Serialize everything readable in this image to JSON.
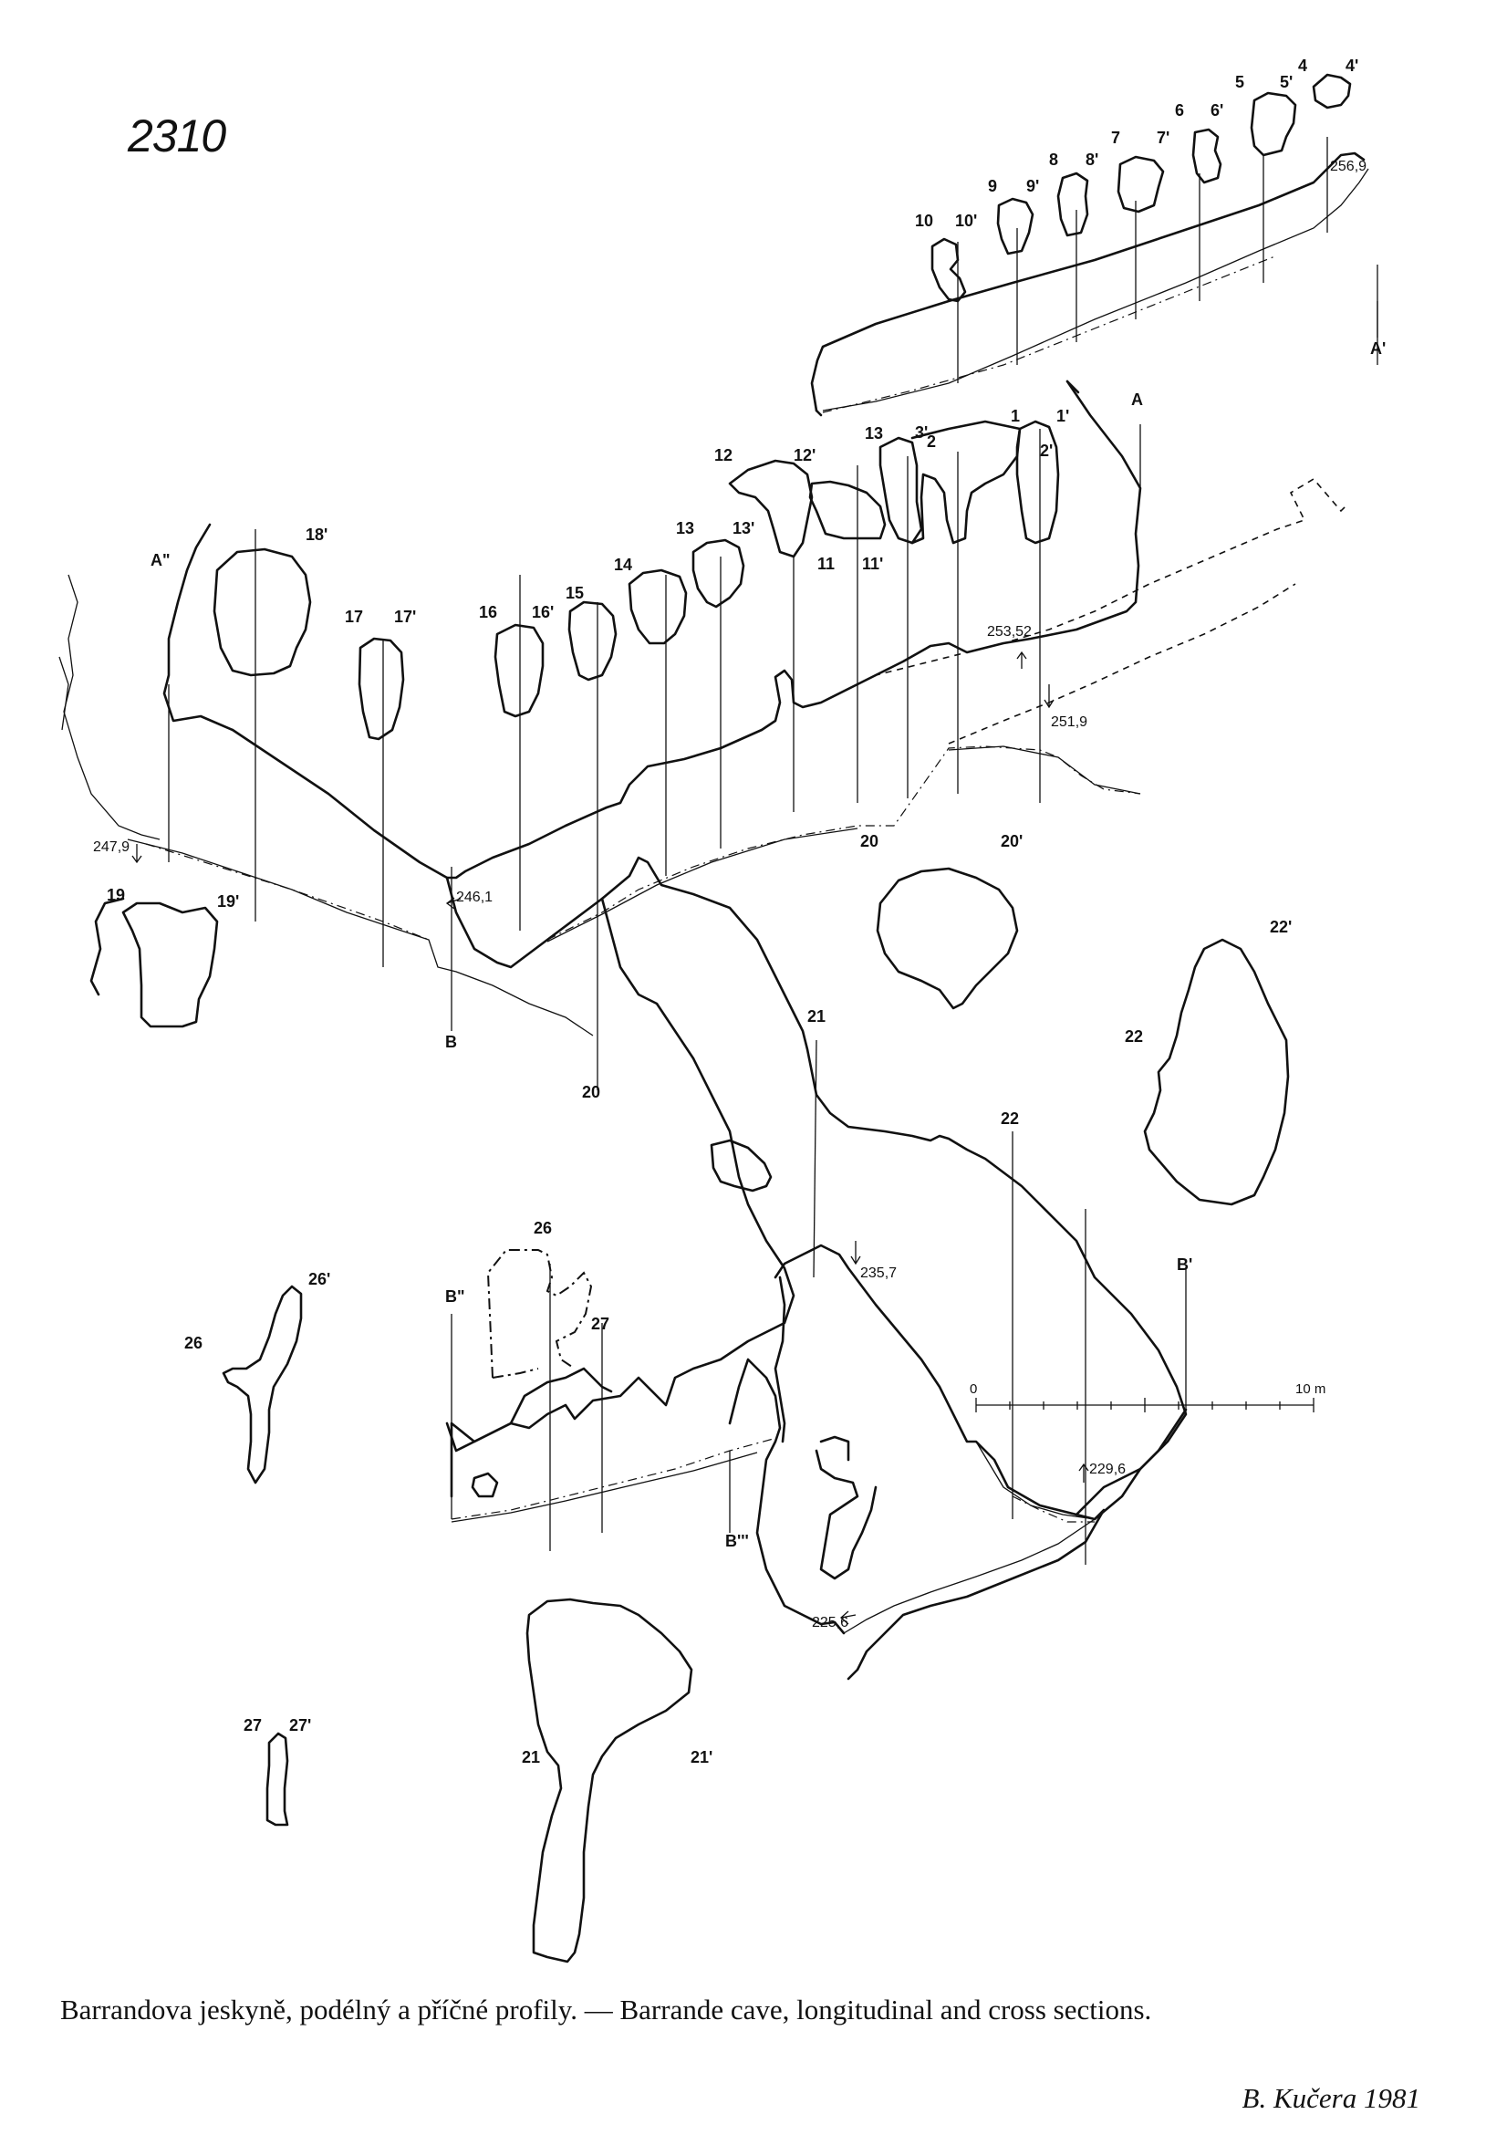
{
  "page_number": "2310",
  "caption": "Barrandova jeskyně, podélný a příčné profily. — Barrande cave, longitudinal and cross sections.",
  "author": "B. Kučera 1981",
  "profile_labels": {
    "a": "A",
    "a1": "A'",
    "a2": "A\"",
    "b": "B",
    "b1": "B'",
    "b2": "B\"",
    "b3": "B'''"
  },
  "section_labels": {
    "s1": "1",
    "s1p": "1'",
    "s2": "2",
    "s2p": "2'",
    "s3p": "3'",
    "s4": "4",
    "s4p": "4'",
    "s5": "5",
    "s5p": "5'",
    "s6": "6",
    "s6p": "6'",
    "s7": "7",
    "s7p": "7'",
    "s8": "8",
    "s8p": "8'",
    "s9": "9",
    "s9p": "9'",
    "s10": "10",
    "s10p": "10'",
    "s11": "11",
    "s11p": "11'",
    "s12": "12",
    "s12p": "12'",
    "s13": "13",
    "s13p": "13'",
    "s13b": "13",
    "s14": "14",
    "s15": "15",
    "s16": "16",
    "s16p": "16'",
    "s17": "17",
    "s17p": "17'",
    "s18p": "18'",
    "s19": "19",
    "s19p": "19'",
    "s20a": "20",
    "s20b": "20",
    "s20p": "20'",
    "s21a": "21",
    "s21b": "21",
    "s21p": "21'",
    "s22a": "22",
    "s22b": "22",
    "s22p": "22'",
    "s26a": "26",
    "s26b": "26",
    "s26p": "26'",
    "s27a": "27",
    "s27b": "27",
    "s27p": "27'"
  },
  "elevations": {
    "e1": "256,9",
    "e2": "253,52",
    "e3": "251,9",
    "e4": "247,9",
    "e5": "246,1",
    "e6": "235,7",
    "e7": "229,6",
    "e8": "225,6"
  },
  "scale_bar": {
    "start": "0",
    "end": "10 m"
  }
}
